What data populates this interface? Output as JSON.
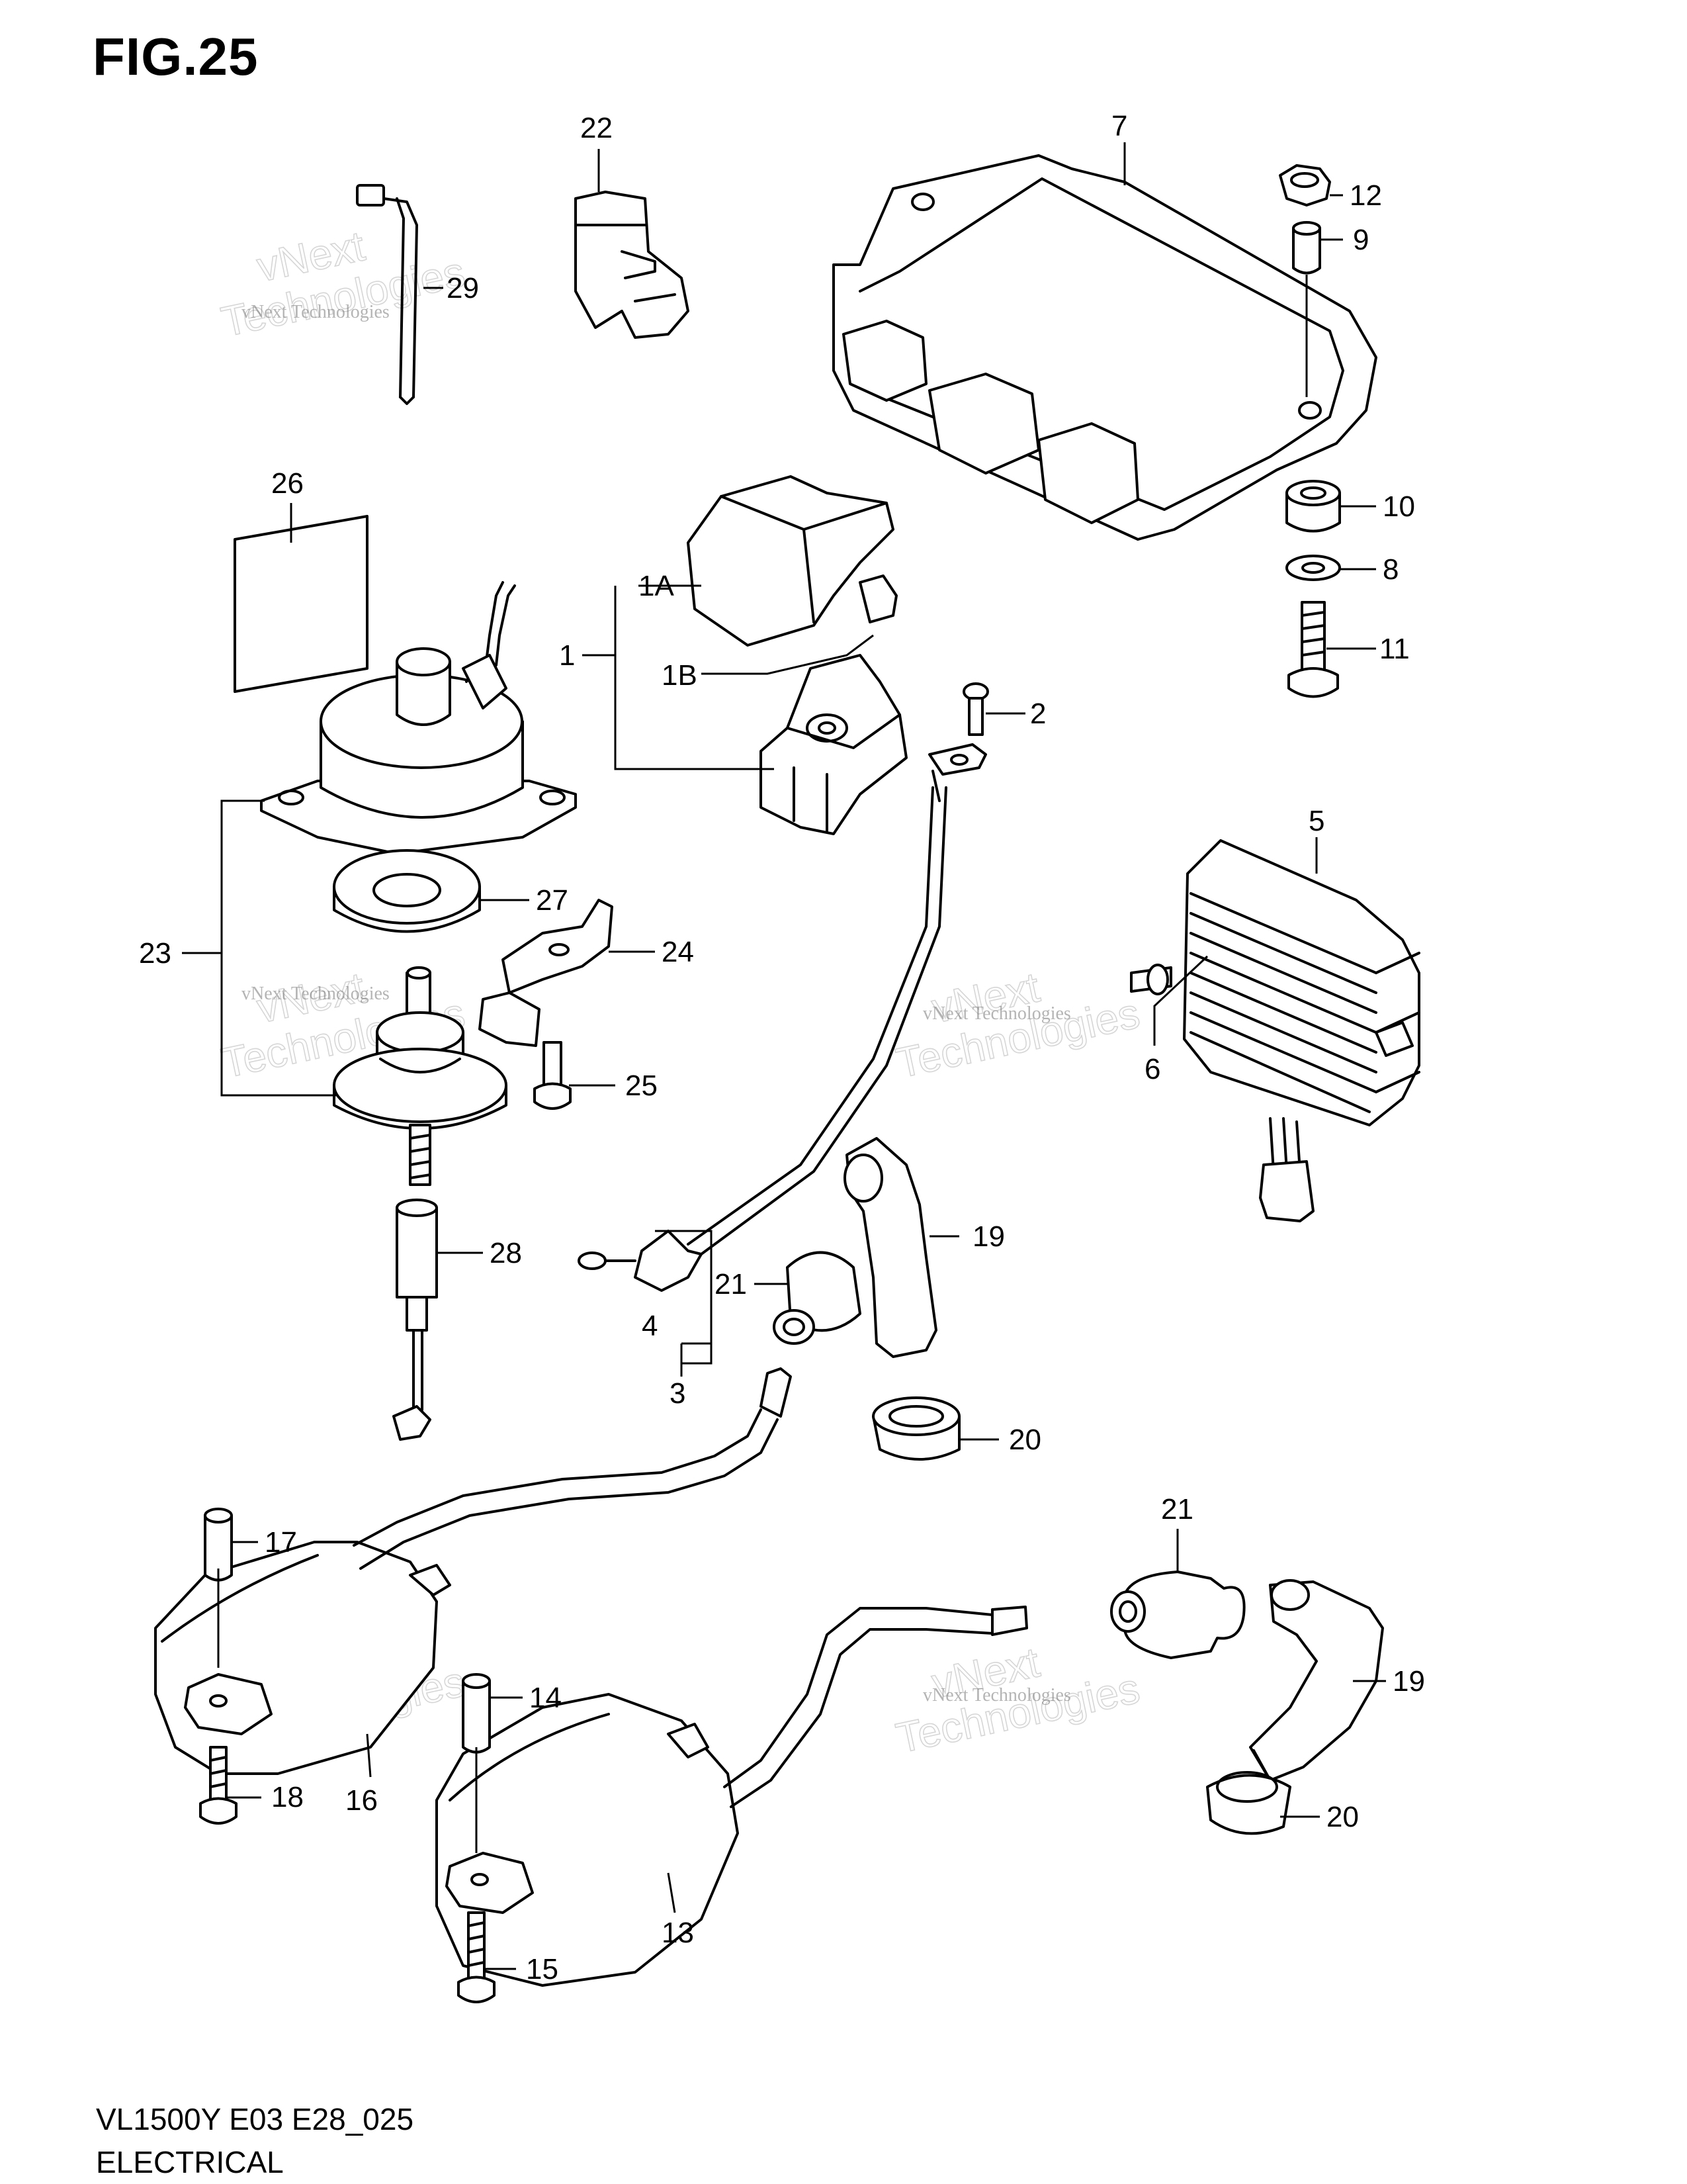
{
  "figure_title": "FIG.25",
  "footer": {
    "model_code": "VL1500Y E03 E28_025",
    "section": "ELECTRICAL"
  },
  "watermark": {
    "line1": "vNext Technologies",
    "line2": "vNext",
    "line3": "Technologies"
  },
  "callouts": [
    "22",
    "7",
    "12",
    "9",
    "29",
    "26",
    "1A",
    "1",
    "1B",
    "2",
    "10",
    "8",
    "11",
    "5",
    "27",
    "24",
    "23",
    "6",
    "25",
    "28",
    "19",
    "21",
    "4",
    "3",
    "20",
    "17",
    "16",
    "18",
    "14",
    "15",
    "13",
    "21",
    "19",
    "20"
  ]
}
